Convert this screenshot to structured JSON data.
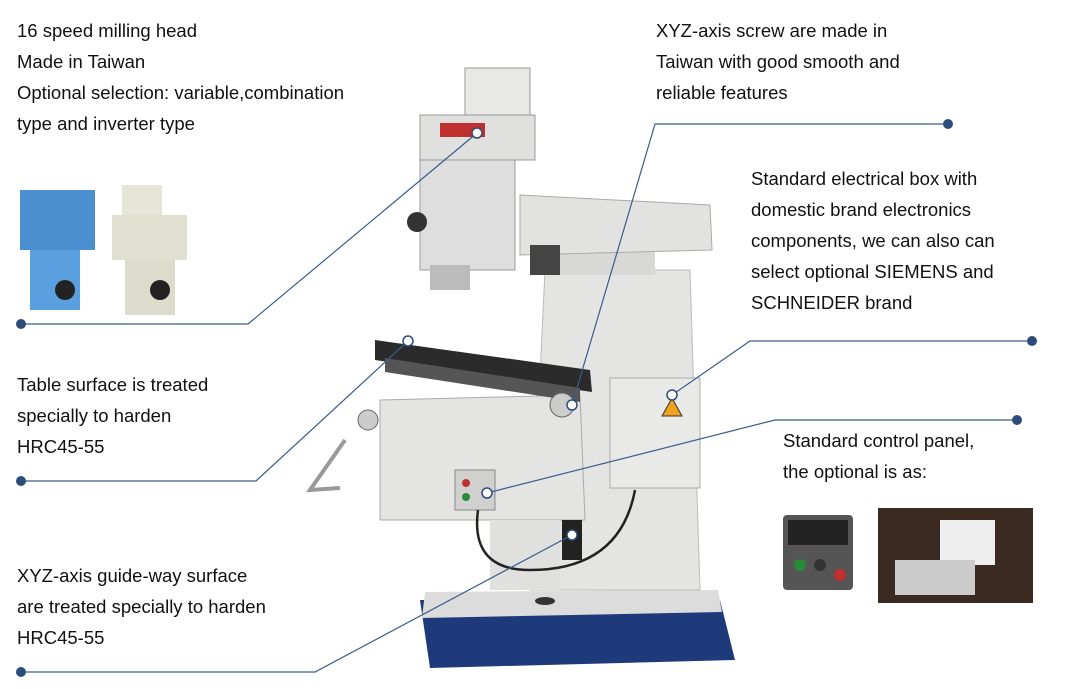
{
  "callouts": {
    "milling_head": [
      "16 speed milling head",
      "Made in Taiwan",
      "Optional selection: variable,combination",
      "type and inverter type"
    ],
    "screw": [
      "XYZ-axis screw are made in",
      "Taiwan with good smooth and",
      "reliable features"
    ],
    "electrical_box": [
      "Standard electrical box with",
      "domestic brand electronics",
      "components, we can also can",
      "select optional SIEMENS and",
      "SCHNEIDER brand"
    ],
    "table_surface": [
      "Table surface is treated",
      "specially to harden",
      "HRC45-55"
    ],
    "control_panel": [
      "Standard control panel,",
      "the optional is as:"
    ],
    "guide_way": [
      "XYZ-axis guide-way surface",
      "are treated specially to harden",
      "HRC45-55"
    ]
  },
  "colors": {
    "leader_line": "#3b5d8c",
    "dot": "#2e4c7a",
    "machine_body": "#e6e6e4",
    "base_blue": "#1f3a7a",
    "table_dark": "#2b2b2b",
    "warning": "#f0a020"
  }
}
